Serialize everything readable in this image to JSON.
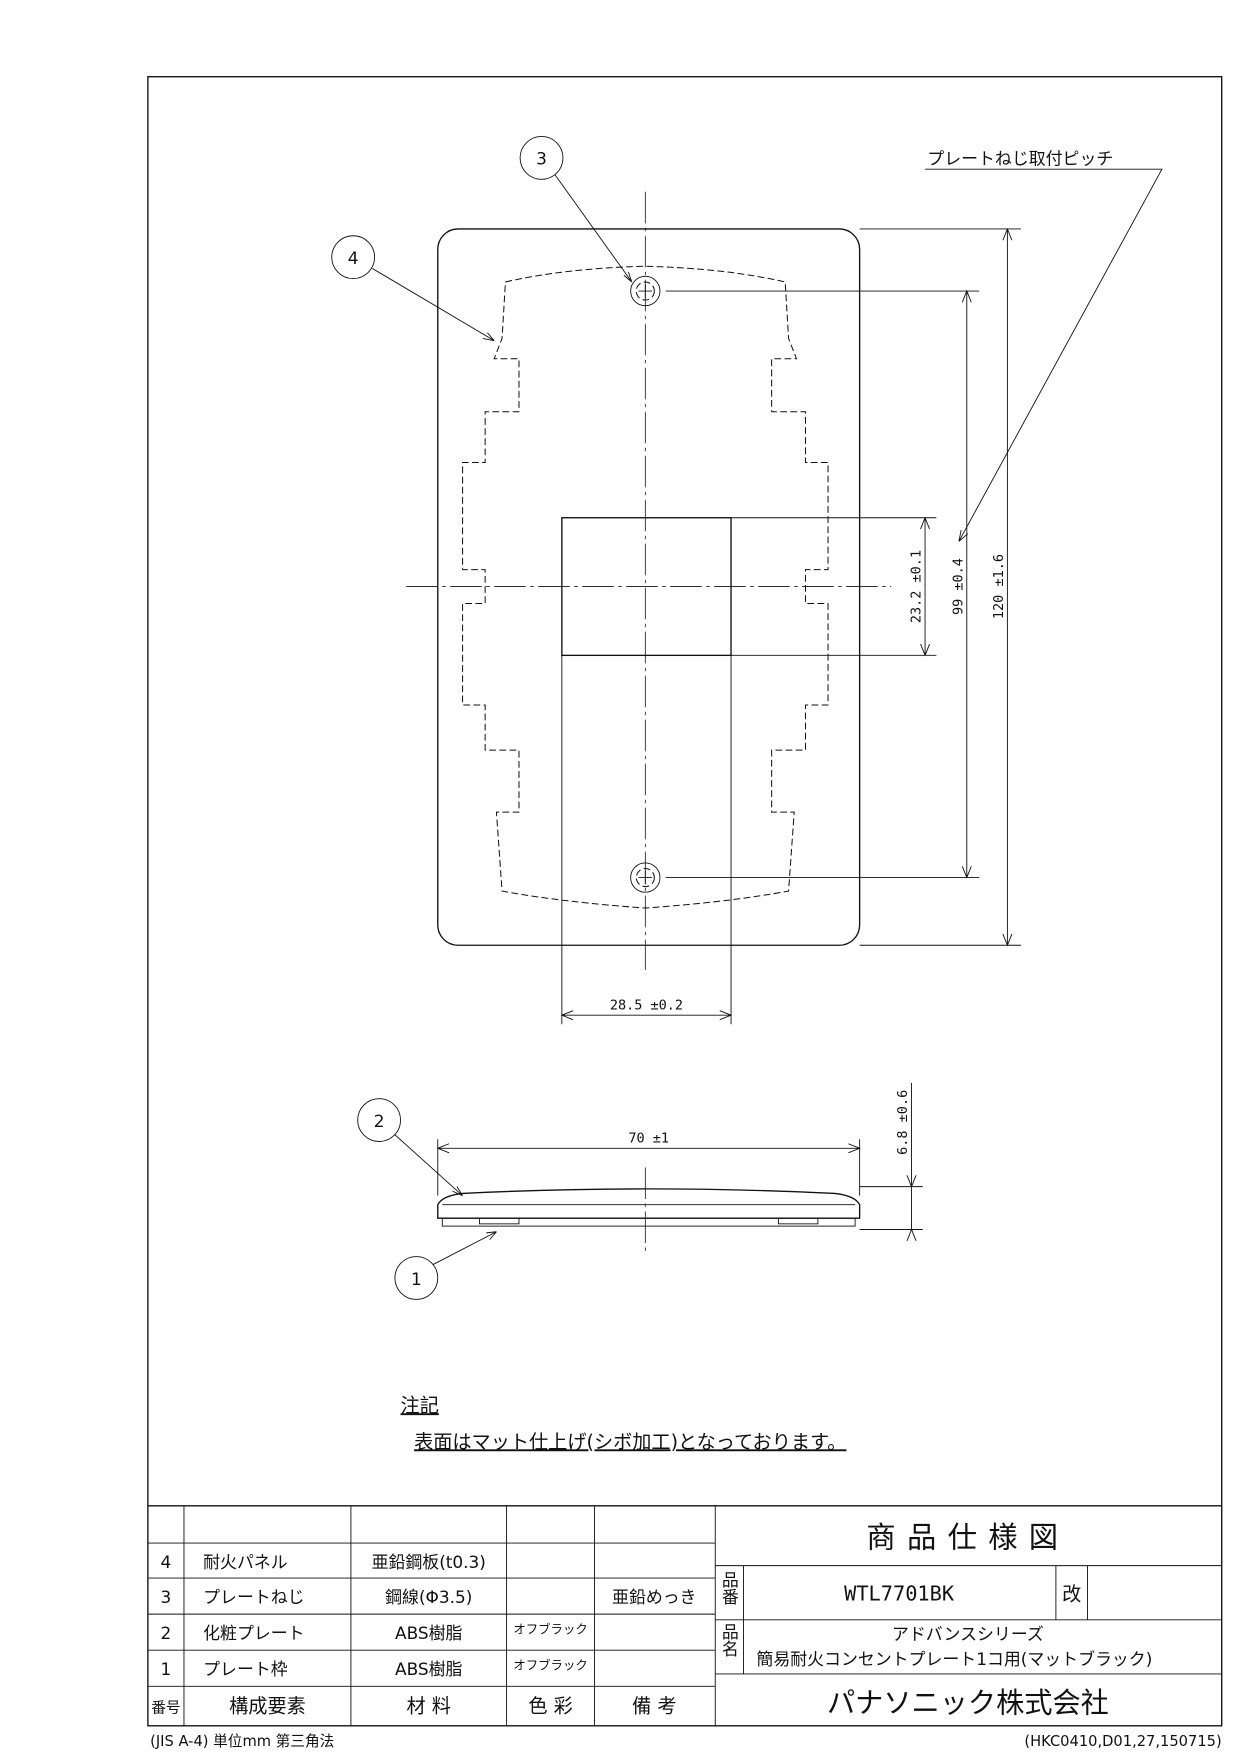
{
  "drawing": {
    "pitch_label": "プレートねじ取付ピッチ",
    "balloons": [
      "1",
      "2",
      "3",
      "4"
    ],
    "dims": {
      "height_total": "120 ±1.6",
      "screw_pitch": "99 ±0.4",
      "opening_height": "23.2 ±0.1",
      "opening_width": "28.5 ±0.2",
      "width_total": "70 ±1",
      "thickness": "6.8 ±0.6"
    }
  },
  "notes": {
    "heading": "注記",
    "text": "表面はマット仕上げ(シボ加工)となっております。"
  },
  "parts_table": {
    "rows": [
      {
        "no": "4",
        "part": "耐火パネル",
        "material": "亜鉛鋼板(t0.3)",
        "color": "",
        "remark": ""
      },
      {
        "no": "3",
        "part": "プレートねじ",
        "material": "鋼線(Φ3.5)",
        "color": "",
        "remark": "亜鉛めっき"
      },
      {
        "no": "2",
        "part": "化粧プレート",
        "material": "ABS樹脂",
        "color": "オフブラック",
        "remark": ""
      },
      {
        "no": "1",
        "part": "プレート枠",
        "material": "ABS樹脂",
        "color": "オフブラック",
        "remark": ""
      }
    ],
    "header": {
      "no": "番号",
      "part": "構成要素",
      "material": "材 料",
      "color": "色 彩",
      "remark": "備 考"
    }
  },
  "title_block": {
    "title": "商品仕様図",
    "hinban_label": "品番",
    "hinban": "WTL7701BK",
    "kai_label": "改",
    "hinmei_label": "品名",
    "series": "アドバンスシリーズ",
    "name": "簡易耐火コンセントプレート1コ用(マットブラック)",
    "company": "パナソニック株式会社"
  },
  "footer": {
    "left": "(JIS A-4) 単位mm 第三角法",
    "right": "(HKC0410,D01,27,150715)"
  }
}
